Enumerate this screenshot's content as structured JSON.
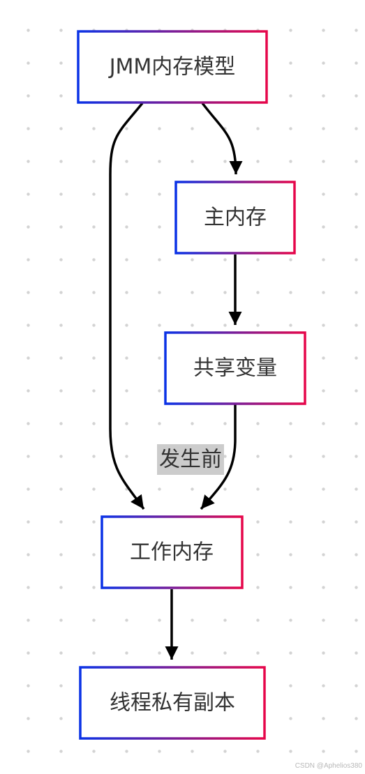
{
  "diagram": {
    "nodes": [
      {
        "id": "jmm",
        "label": "JMM内存模型"
      },
      {
        "id": "main_memory",
        "label": "主内存"
      },
      {
        "id": "shared_vars",
        "label": "共享变量"
      },
      {
        "id": "working_memory",
        "label": "工作内存"
      },
      {
        "id": "thread_copy",
        "label": "线程私有副本"
      }
    ],
    "edges": [
      {
        "from": "jmm",
        "to": "main_memory",
        "label": ""
      },
      {
        "from": "main_memory",
        "to": "shared_vars",
        "label": ""
      },
      {
        "from": "jmm",
        "to": "working_memory",
        "label": ""
      },
      {
        "from": "shared_vars",
        "to": "working_memory",
        "label": "发生前"
      },
      {
        "from": "working_memory",
        "to": "thread_copy",
        "label": ""
      }
    ],
    "colors": {
      "border_start": "#0a32e6",
      "border_end": "#e6064a",
      "edge": "#000000",
      "edge_label_bg": "#cccccc",
      "text": "#333333"
    }
  },
  "watermark": "CSDN @Aphelios380"
}
